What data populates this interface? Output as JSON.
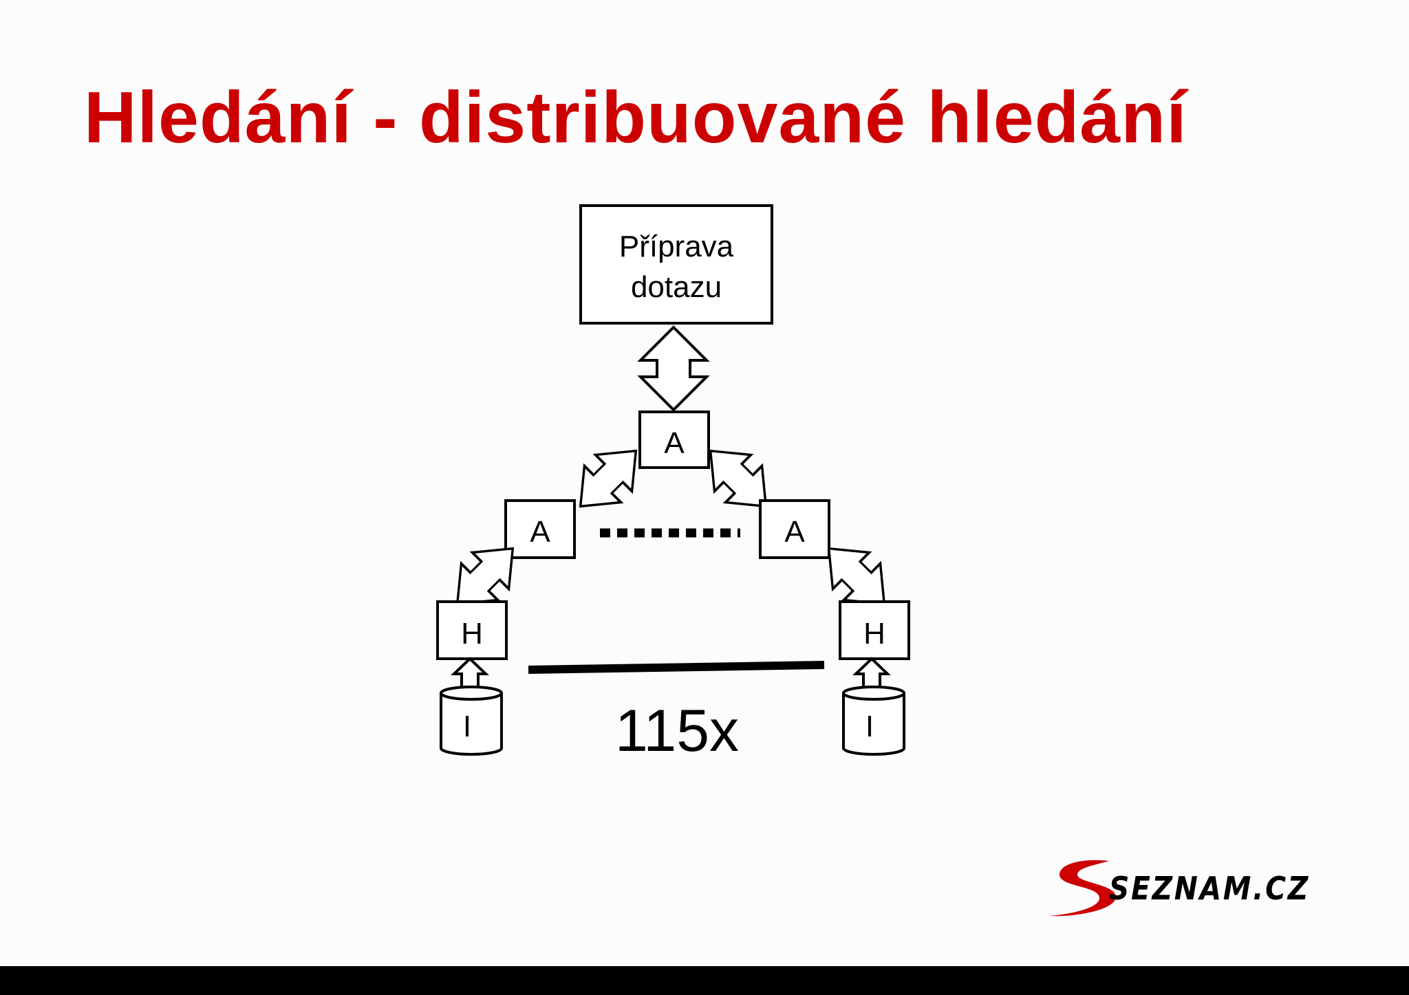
{
  "slide": {
    "title": "Hledání - distribuované hledání",
    "title_color": "#cc0000",
    "background_color": "#fcfcfc",
    "footer_bar_color": "#000000"
  },
  "diagram": {
    "top_box": {
      "line1": "Příprava",
      "line2": "dotazu"
    },
    "root_box": {
      "label": "A"
    },
    "left_box": {
      "label": "A"
    },
    "right_box": {
      "label": "A"
    },
    "left_h_box": {
      "label": "H"
    },
    "right_h_box": {
      "label": "H"
    },
    "left_index": {
      "label": "I"
    },
    "right_index": {
      "label": "I"
    },
    "count_label": "115x"
  },
  "logo": {
    "text": "SEZNAM.CZ",
    "accent_color": "#cc0000",
    "text_color": "#000000"
  }
}
